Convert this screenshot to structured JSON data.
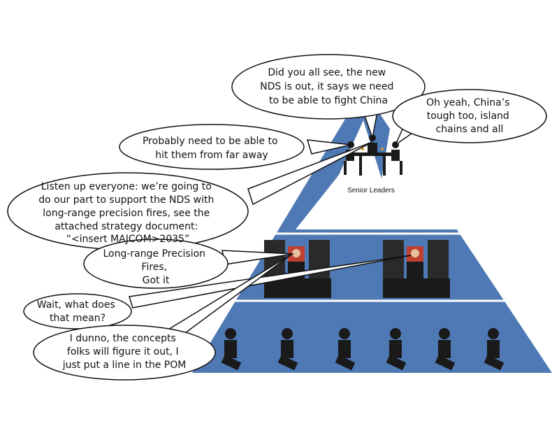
{
  "colors": {
    "pyramid_blue": "#4f79b5",
    "band_white": "#ffffff",
    "figure": "#1a1a1a",
    "bubble_fill": "#ffffff",
    "bubble_stroke": "#111111"
  },
  "tiers": {
    "top_label": "Senior Leaders"
  },
  "bubbles": {
    "nds": [
      "Did you all see, the new",
      "NDS is out, it says we need",
      "to be able to fight China"
    ],
    "china": [
      "Oh yeah, China’s",
      "tough too, island",
      "chains and all"
    ],
    "far": [
      "Probably need to be able to",
      "hit them from far away"
    ],
    "listen": [
      "Listen up everyone: we’re going to",
      "do our part to support the NDS with",
      "long-range precision fires, see the",
      "attached strategy document:",
      "“<insert MAJCOM>2035”"
    ],
    "lrpf": [
      "Long-range Precision",
      "Fires,",
      "Got it"
    ],
    "wait": [
      "Wait, what does",
      "that mean?"
    ],
    "dunno": [
      "I dunno, the concepts",
      "folks will figure it out, I",
      "just put a line in the POM"
    ]
  },
  "icons": {
    "leaders": "meeting-table-icon",
    "middle": "desk-worker-icon",
    "bottom": "soldier-icon"
  }
}
